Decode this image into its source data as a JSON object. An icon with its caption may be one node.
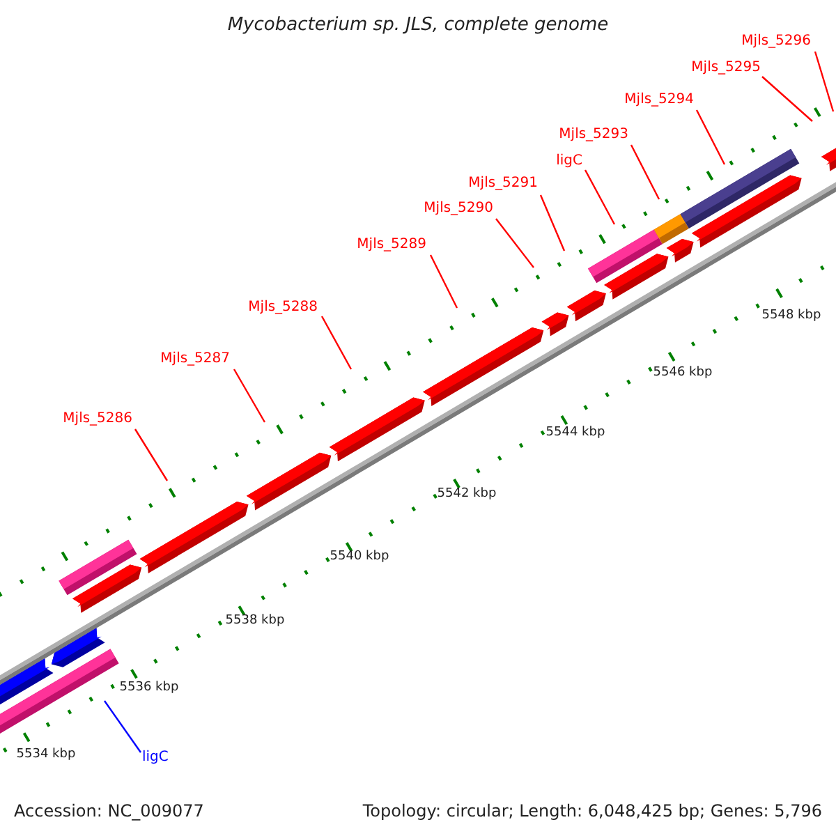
{
  "diagram": {
    "title": "Mycobacterium sp. JLS, complete genome",
    "nodes": [
      {
        "text": [
          "Mjls_5286"
        ]
      },
      {
        "text": [
          "Mjls_5287"
        ]
      },
      {
        "text": [
          "Mjls_5288"
        ]
      },
      {
        "text": [
          "Mjls_5289"
        ]
      },
      {
        "text": [
          "Mjls_5290"
        ]
      },
      {
        "text": [
          "Mjls_5291"
        ]
      },
      {
        "text": [
          "ligC"
        ]
      },
      {
        "text": [
          "Mjls_5293"
        ]
      },
      {
        "text": [
          "Mjls_5294"
        ]
      },
      {
        "text": [
          "Mjls_5295"
        ]
      },
      {
        "text": [
          "Mjls_5296"
        ]
      },
      {
        "text": [
          "ligC"
        ]
      }
    ],
    "edges": [
      {
        "from": 0,
        "to": null,
        "arrow": "none"
      },
      {
        "from": 1,
        "to": null,
        "arrow": "none"
      },
      {
        "from": 2,
        "to": null,
        "arrow": "none"
      },
      {
        "from": 3,
        "to": null,
        "arrow": "none"
      },
      {
        "from": 4,
        "to": null,
        "arrow": "none"
      },
      {
        "from": 5,
        "to": null,
        "arrow": "none"
      },
      {
        "from": 6,
        "to": null,
        "arrow": "none"
      },
      {
        "from": 7,
        "to": null,
        "arrow": "none"
      },
      {
        "from": 8,
        "to": null,
        "arrow": "none"
      },
      {
        "from": 9,
        "to": null,
        "arrow": "none"
      },
      {
        "from": 10,
        "to": null,
        "arrow": "none"
      },
      {
        "from": 11,
        "to": null,
        "arrow": "none",
        "color": "#0000ff"
      }
    ],
    "labels": [
      "5548 kbp",
      "5546 kbp",
      "5544 kbp",
      "5542 kbp",
      "5540 kbp",
      "5538 kbp",
      "5536 kbp",
      "5534 kbp",
      "Accession: NC_009077",
      "Topology: circular; Length: 6,048,425 bp; Genes: 5,796"
    ]
  }
}
